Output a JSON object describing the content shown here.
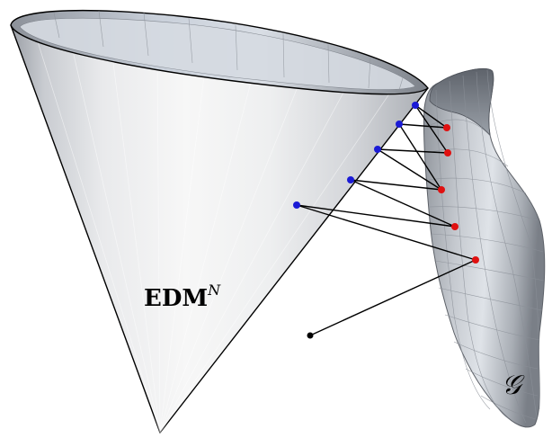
{
  "labels": {
    "cone_main": "EDM",
    "cone_sup": "N",
    "surface": "𝒢"
  },
  "colors": {
    "cone_light": "#f4f4f4",
    "cone_mid": "#e2e4e7",
    "cone_dark": "#b9bcc2",
    "rim_dark": "#8f949c",
    "surface_light": "#d9dde3",
    "surface_dark": "#6f747c",
    "point_cone": "#1b1bd6",
    "point_surface": "#e01010",
    "point_external": "#000000",
    "line": "#000000"
  },
  "correspondences": [
    {
      "cone_point": "c1",
      "surface_points": [
        "s1",
        "s2"
      ]
    },
    {
      "cone_point": "c2",
      "surface_points": [
        "s1",
        "s3"
      ]
    },
    {
      "cone_point": "c3",
      "surface_points": [
        "s2",
        "s3"
      ]
    },
    {
      "cone_point": "c4",
      "surface_points": [
        "s4",
        "s5"
      ]
    },
    {
      "cone_point": "c5",
      "surface_points": [
        "s5",
        "s6"
      ]
    },
    {
      "external_point": "e1",
      "surface_points": [
        "s6"
      ]
    }
  ]
}
